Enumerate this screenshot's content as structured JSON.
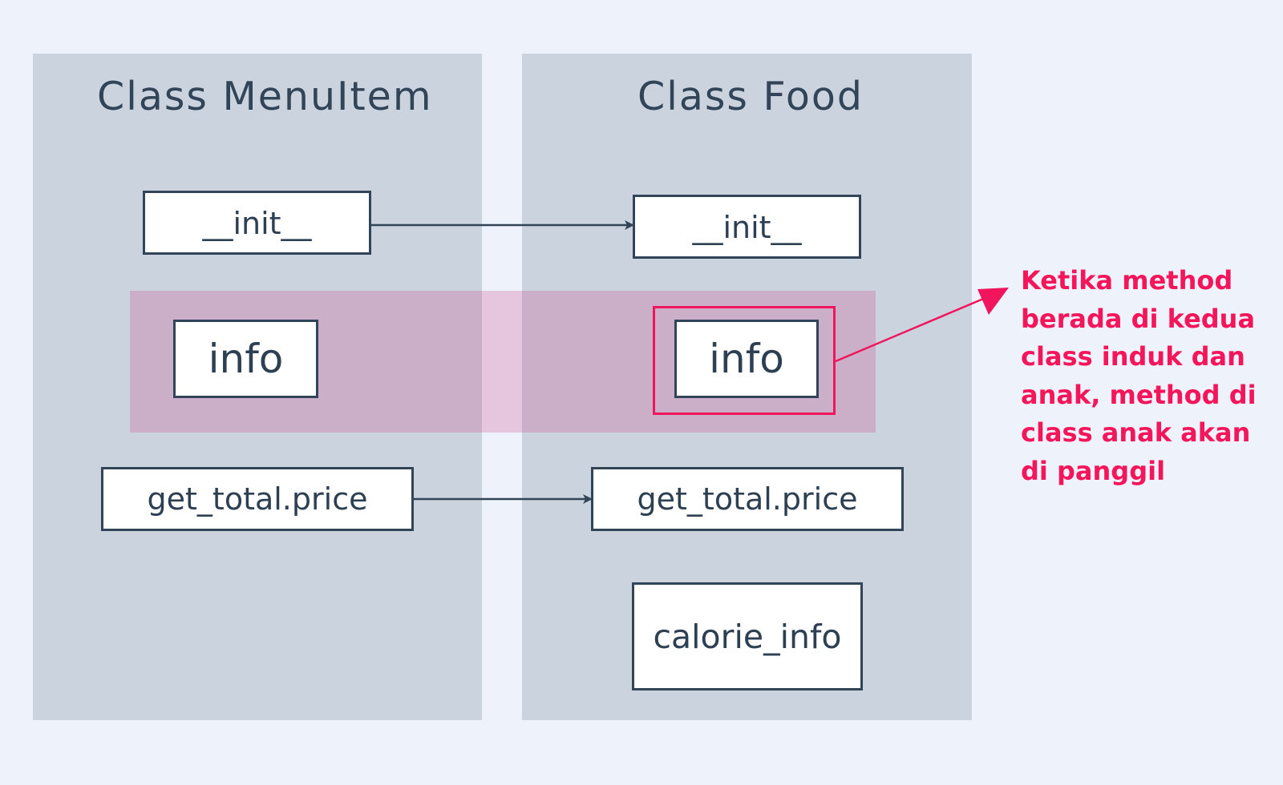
{
  "diagram": {
    "parent_class": {
      "title": "Class MenuItem",
      "methods": {
        "init": "__init__",
        "info": "info",
        "get_total_price": "get_total.price"
      }
    },
    "child_class": {
      "title": "Class Food",
      "methods": {
        "init": "__init__",
        "info": "info",
        "get_total_price": "get_total.price",
        "calorie_info": "calorie_info"
      }
    },
    "annotation": {
      "lines": [
        "Ketika method",
        "berada di kedua",
        "class induk dan",
        "anak, method di",
        "class anak akan",
        "di panggil"
      ]
    },
    "colors": {
      "background": "#eef3fb",
      "panel": "#cbd4de",
      "box_border": "#324457",
      "text": "#2d3f52",
      "highlight_band": "#cc2976",
      "accent": "#f0155c"
    }
  }
}
